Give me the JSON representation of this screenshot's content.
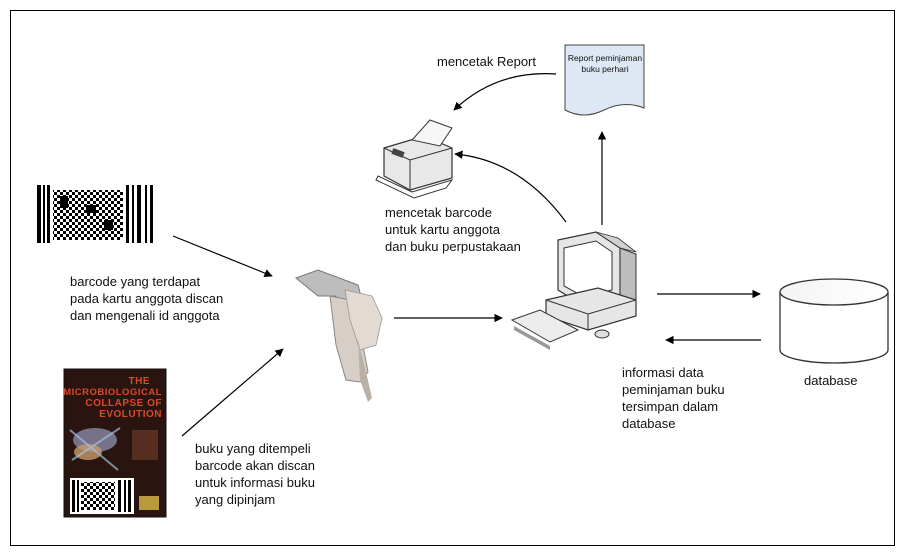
{
  "labels": {
    "print_report": "mencetak Report",
    "report_doc": [
      "Report peminjaman",
      "buku perhari"
    ],
    "print_barcode": [
      "mencetak barcode",
      "untuk kartu anggota",
      "dan buku perpustakaan"
    ],
    "member_card": [
      "barcode yang terdapat",
      "pada kartu anggota discan",
      "dan mengenali id anggota"
    ],
    "book_scan": [
      "buku yang ditempeli",
      "barcode akan discan",
      "untuk informasi buku",
      "yang dipinjam"
    ],
    "info_saved": [
      "informasi data",
      "peminjaman buku",
      "tersimpan dalam",
      "database"
    ],
    "database": "database"
  },
  "book_cover": {
    "title_lines": [
      "THE",
      "MICROBIOLOGICAL",
      "COLLAPSE OF",
      "EVOLUTION"
    ]
  },
  "colors": {
    "stroke": "#000000",
    "doc_fill": "#dde8f4",
    "cover_bg": "#2a1410",
    "cover_title": "#d84a2a"
  }
}
